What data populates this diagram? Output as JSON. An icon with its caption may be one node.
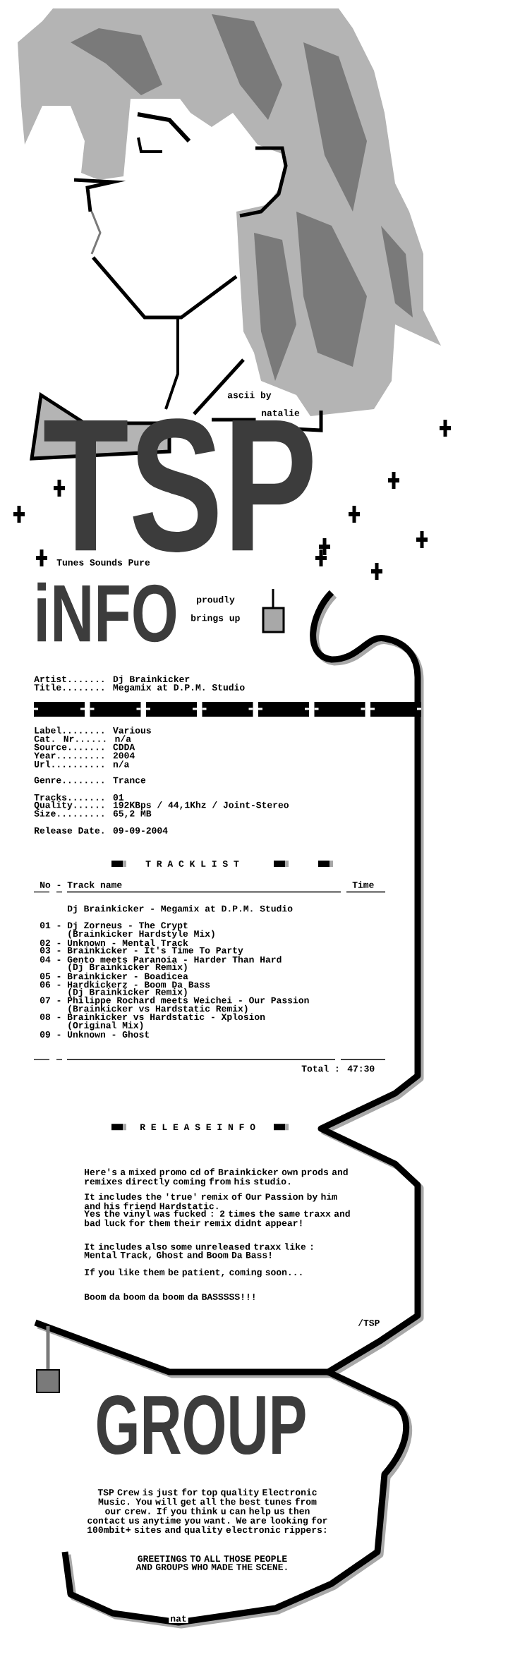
{
  "diagram": {
    "labels": [
      "ascii by",
      "natalie",
      "TSP",
      "Tunes Sounds Pure",
      "iNFO",
      "proudly",
      "brings up",
      "Artist....... Dj Brainkicker",
      "Title........ Megamix at D.P.M. Studio",
      "Label........ Various",
      "Cat. Nr...... n/a",
      "Source....... CDDA",
      "Year......... 2004",
      "Url.......... n/a",
      "Genre........ Trance",
      "Tracks....... 01",
      "Quality...... 192KBps / 44,1Khz / Joint-Stereo",
      "Size......... 65,2 MB",
      "Release Date. 09-09-2004",
      "T R A C K L I S T",
      "No - Track name",
      "Time",
      "Dj Brainkicker - Megamix at D.P.M. Studio",
      "01 - Dj Zorneus - The Crypt",
      "(Brainkicker Hardstyle Mix)",
      "02 - Unknown - Mental Track",
      "03 - Brainkicker - It's Time To Party",
      "04 - Gento meets Paranoia - Harder Than Hard",
      "(Dj Brainkicker Remix)",
      "05 - Brainkicker - Boadicea",
      "06 - Hardkickerz - Boom Da Bass",
      "(Dj Brainkicker Remix)",
      "07 - Philippe Rochard meets Weichei - Our Passion",
      "(Brainkicker vs Hardstatic Remix)",
      "08 - Brainkicker vs Hardstatic - Xplosion",
      "(Original Mix)",
      "09 - Unknown - Ghost",
      "Total : 47:30",
      "R E L E A S E I N F O",
      "Here's a mixed promo cd of Brainkicker own prods and remixes directly coming from his studio.",
      "It includes the 'true' remix of Our Passion by him and his friend Hardstatic.",
      "Yes the vinyl was fucked : 2 times the same traxx and bad luck for them their remix didnt appear!",
      "It includes also some unreleased traxx like : Mental Track, Ghost and Boom Da Bass!",
      "If you like them be patient, coming soon...",
      "Boom da boom da boom da BASSSSS!!!",
      "/TSP",
      "GROUP",
      "TSP Crew is just for top quality Electronic Music. You will get all the best tunes from our crew. If you think u can help us then contact us anytime you want. We are looking for 100mbit+ sites and quality electronic rippers:",
      "GREETINGS TO ALL THOSE PEOPLE AND GROUPS WHO MADE THE SCENE.",
      "nat"
    ]
  }
}
